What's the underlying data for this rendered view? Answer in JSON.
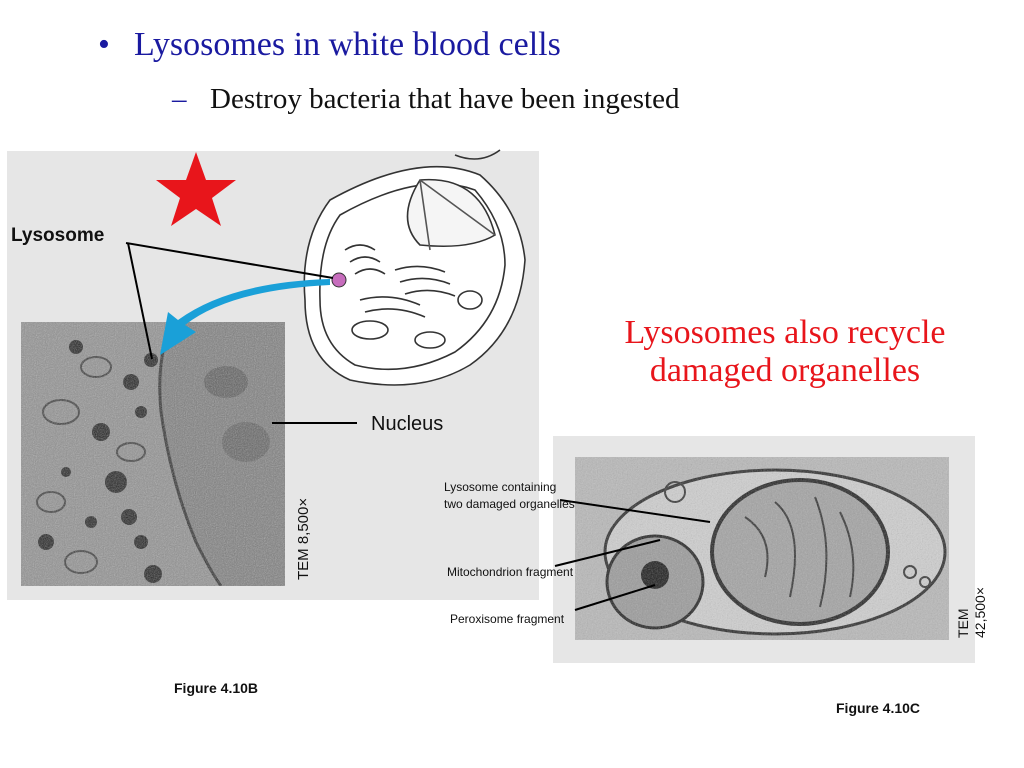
{
  "bullets": [
    {
      "marker": "•",
      "text": "Lysosomes in white blood cells"
    },
    {
      "marker": "–",
      "text": "Destroy bacteria that have been ingested"
    }
  ],
  "figure_b": {
    "lysosome_label": "Lysosome",
    "nucleus_label": "Nucleus",
    "tem_label": "TEM 8,500×",
    "caption": "Figure 4.10B"
  },
  "figure_c": {
    "lysosome_label_line1": "Lysosome containing",
    "lysosome_label_line2": "two damaged organelles",
    "mitochondrion_label": "Mitochondrion fragment",
    "peroxisome_label": "Peroxisome fragment",
    "tem_label_line1": "TEM",
    "tem_label_line2": "42,500×",
    "caption": "Figure 4.10C"
  },
  "callout": {
    "line1": "Lysosomes also recycle",
    "line2": "damaged organelles"
  },
  "colors": {
    "bullet_blue": "#1a1aa0",
    "callout_red": "#e8151b",
    "star_red": "#e8151b",
    "arrow_blue": "#1aa0d8"
  }
}
